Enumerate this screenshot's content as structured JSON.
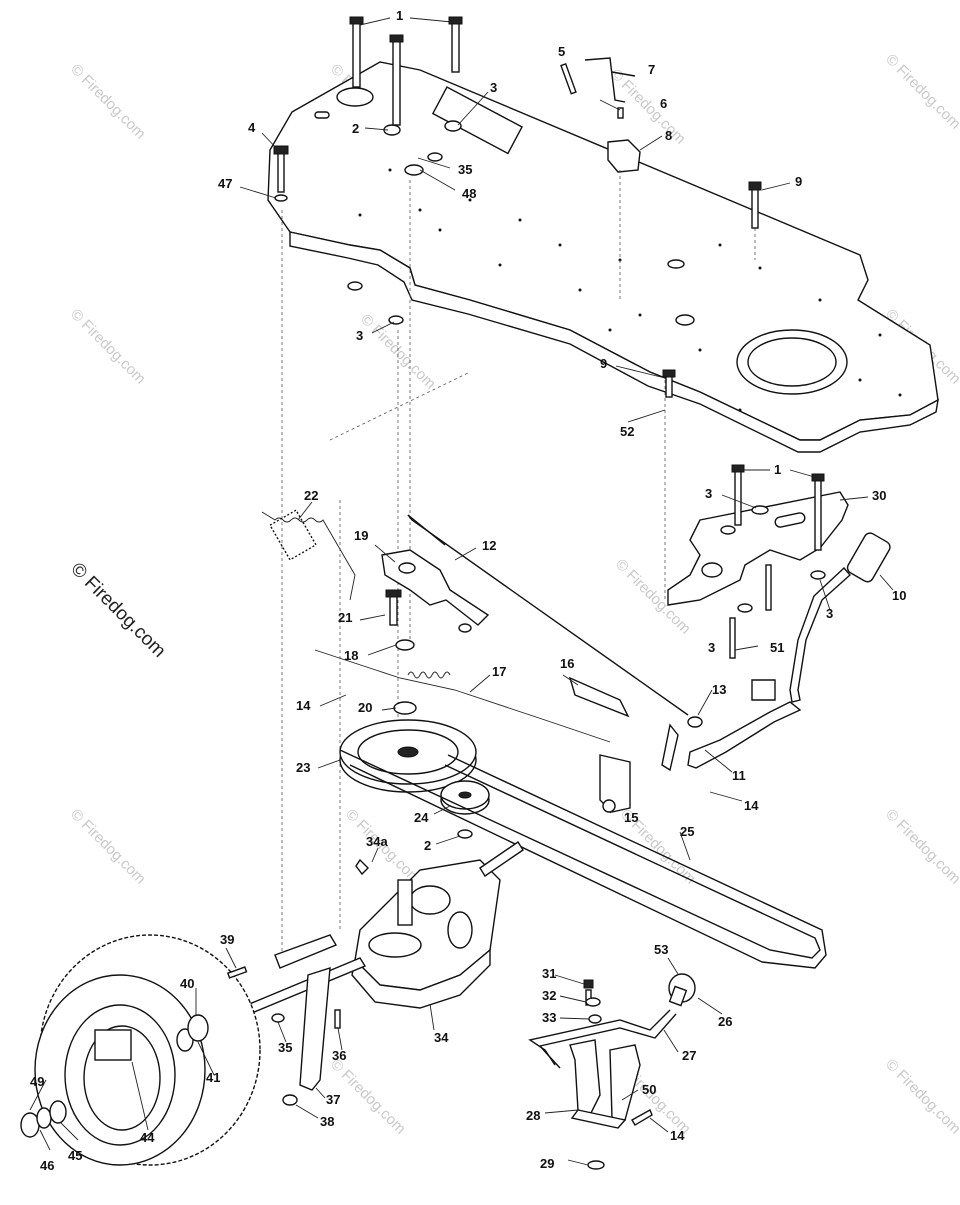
{
  "watermark": "© Firedog.com",
  "main_watermark": "© Firedog.com",
  "callouts": [
    {
      "id": "c1a",
      "label": "1"
    },
    {
      "id": "c2a",
      "label": "2"
    },
    {
      "id": "c3a",
      "label": "3"
    },
    {
      "id": "c4",
      "label": "4"
    },
    {
      "id": "c47",
      "label": "47"
    },
    {
      "id": "c35a",
      "label": "35"
    },
    {
      "id": "c48",
      "label": "48"
    },
    {
      "id": "c5",
      "label": "5"
    },
    {
      "id": "c7",
      "label": "7"
    },
    {
      "id": "c6",
      "label": "6"
    },
    {
      "id": "c8",
      "label": "8"
    },
    {
      "id": "c9a",
      "label": "9"
    },
    {
      "id": "c3b",
      "label": "3"
    },
    {
      "id": "c9b",
      "label": "9"
    },
    {
      "id": "c52",
      "label": "52"
    },
    {
      "id": "c1b",
      "label": "1"
    },
    {
      "id": "c3c",
      "label": "3"
    },
    {
      "id": "c30",
      "label": "30"
    },
    {
      "id": "c22",
      "label": "22"
    },
    {
      "id": "c19",
      "label": "19"
    },
    {
      "id": "c12",
      "label": "12"
    },
    {
      "id": "c10",
      "label": "10"
    },
    {
      "id": "c3d",
      "label": "3"
    },
    {
      "id": "c21",
      "label": "21"
    },
    {
      "id": "c3e",
      "label": "3"
    },
    {
      "id": "c51",
      "label": "51"
    },
    {
      "id": "c18",
      "label": "18"
    },
    {
      "id": "c16",
      "label": "16"
    },
    {
      "id": "c17",
      "label": "17"
    },
    {
      "id": "c14a",
      "label": "14"
    },
    {
      "id": "c13",
      "label": "13"
    },
    {
      "id": "c20",
      "label": "20"
    },
    {
      "id": "c23",
      "label": "23"
    },
    {
      "id": "c11",
      "label": "11"
    },
    {
      "id": "c14b",
      "label": "14"
    },
    {
      "id": "c24",
      "label": "24"
    },
    {
      "id": "c15",
      "label": "15"
    },
    {
      "id": "c2b",
      "label": "2"
    },
    {
      "id": "c25",
      "label": "25"
    },
    {
      "id": "c34a",
      "label": "34a"
    },
    {
      "id": "c39",
      "label": "39"
    },
    {
      "id": "c31",
      "label": "31"
    },
    {
      "id": "c53",
      "label": "53"
    },
    {
      "id": "c40",
      "label": "40"
    },
    {
      "id": "c32",
      "label": "32"
    },
    {
      "id": "c26",
      "label": "26"
    },
    {
      "id": "c33",
      "label": "33"
    },
    {
      "id": "c34",
      "label": "34"
    },
    {
      "id": "c35b",
      "label": "35"
    },
    {
      "id": "c41",
      "label": "41"
    },
    {
      "id": "c36",
      "label": "36"
    },
    {
      "id": "c27",
      "label": "27"
    },
    {
      "id": "c49",
      "label": "49"
    },
    {
      "id": "c37",
      "label": "37"
    },
    {
      "id": "c50",
      "label": "50"
    },
    {
      "id": "c38",
      "label": "38"
    },
    {
      "id": "c28",
      "label": "28"
    },
    {
      "id": "c44",
      "label": "44"
    },
    {
      "id": "c14c",
      "label": "14"
    },
    {
      "id": "c46",
      "label": "46"
    },
    {
      "id": "c45",
      "label": "45"
    },
    {
      "id": "c29",
      "label": "29"
    }
  ]
}
